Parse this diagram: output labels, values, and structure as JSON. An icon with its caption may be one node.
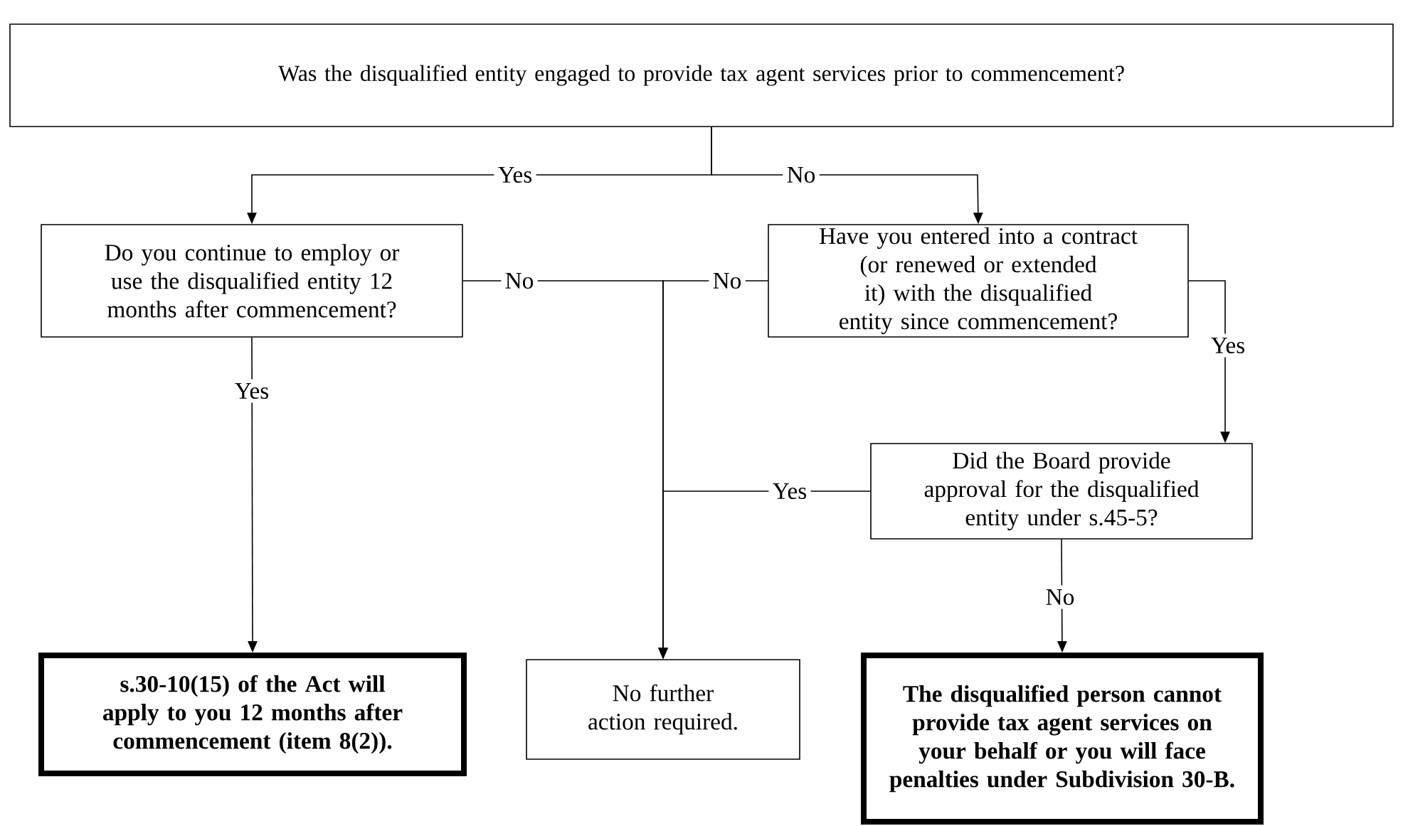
{
  "diagram": {
    "nodes": [
      {
        "text": [
          "Was the disqualified entity engaged to provide tax agent services prior to commencement?"
        ]
      },
      {
        "text": [
          "Do you continue to employ or use the disqualified entity 12 months after commencement?"
        ]
      },
      {
        "text": [
          "Have you entered into a contract (or renewed or extended it) with the disqualified entity since commencement?"
        ]
      },
      {
        "text": [
          "Did the Board provide approval for the disqualified entity under s.45-5?"
        ]
      },
      {
        "text": [
          "s.30-10(15) of the Act will apply to you 12 months after commencement (item 8(2))."
        ]
      },
      {
        "text": [
          "No further action required."
        ]
      },
      {
        "text": [
          "The disqualified person cannot provide tax agent services on your behalf or you will face penalties under Subdivision 30-B."
        ]
      }
    ],
    "edges": [
      {
        "from": 0,
        "to": 1,
        "arrow": "to",
        "label": "Yes"
      },
      {
        "from": 0,
        "to": 2,
        "arrow": "to",
        "label": "No"
      },
      {
        "from": 1,
        "to": 5,
        "arrow": "to",
        "label": "No"
      },
      {
        "from": 2,
        "to": 5,
        "arrow": "to",
        "label": "No"
      },
      {
        "from": 2,
        "to": 3,
        "arrow": "to",
        "label": "Yes"
      },
      {
        "from": 3,
        "to": 5,
        "arrow": "to",
        "label": "Yes"
      },
      {
        "from": 1,
        "to": 4,
        "arrow": "to",
        "label": "Yes"
      },
      {
        "from": 3,
        "to": 6,
        "arrow": "to",
        "label": "No"
      }
    ]
  }
}
